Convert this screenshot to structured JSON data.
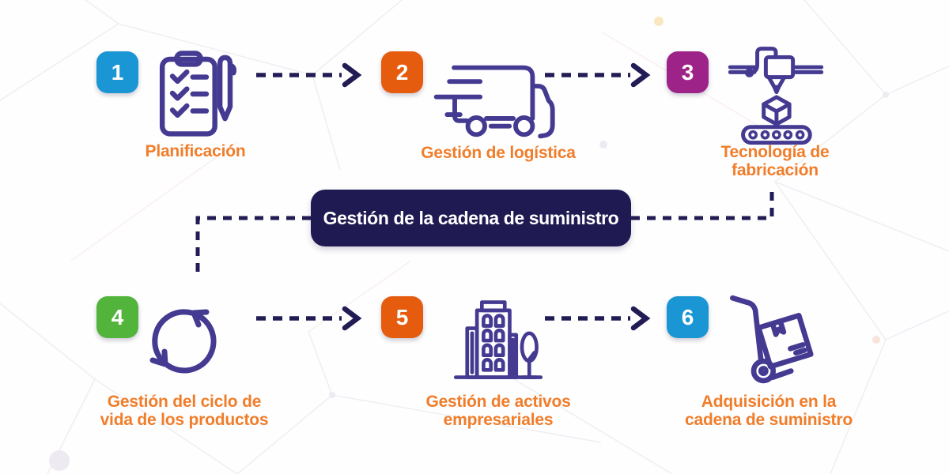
{
  "title": "Gestión de la cadena de suministro",
  "colors": {
    "badge_blue": "#1996d3",
    "badge_orange": "#e65c0e",
    "badge_magenta": "#9d2388",
    "badge_green": "#52b43a",
    "icon_indigo": "#443a91",
    "pill_navy": "#201a52",
    "label_orange": "#f07d2a",
    "connector_navy": "#221c55"
  },
  "steps": [
    {
      "number": "1",
      "icon": "clipboard-checklist-icon",
      "badge_color": "#1996d3",
      "label_lines": [
        "Planificación"
      ]
    },
    {
      "number": "2",
      "icon": "delivery-truck-icon",
      "badge_color": "#e65c0e",
      "label_lines": [
        "Gestión de logística"
      ]
    },
    {
      "number": "3",
      "icon": "manufacturing-3d-printer-icon",
      "badge_color": "#9d2388",
      "label_lines": [
        "Tecnología de",
        "fabricación"
      ]
    },
    {
      "number": "4",
      "icon": "lifecycle-arrows-icon",
      "badge_color": "#52b43a",
      "label_lines": [
        "Gestión del ciclo de",
        "vida de los productos"
      ]
    },
    {
      "number": "5",
      "icon": "office-building-icon",
      "badge_color": "#e65c0e",
      "label_lines": [
        "Gestión de activos",
        "empresariales"
      ]
    },
    {
      "number": "6",
      "icon": "hand-truck-icon",
      "badge_color": "#1996d3",
      "label_lines": [
        "Adquisición en la",
        "cadena de suministro"
      ]
    }
  ]
}
